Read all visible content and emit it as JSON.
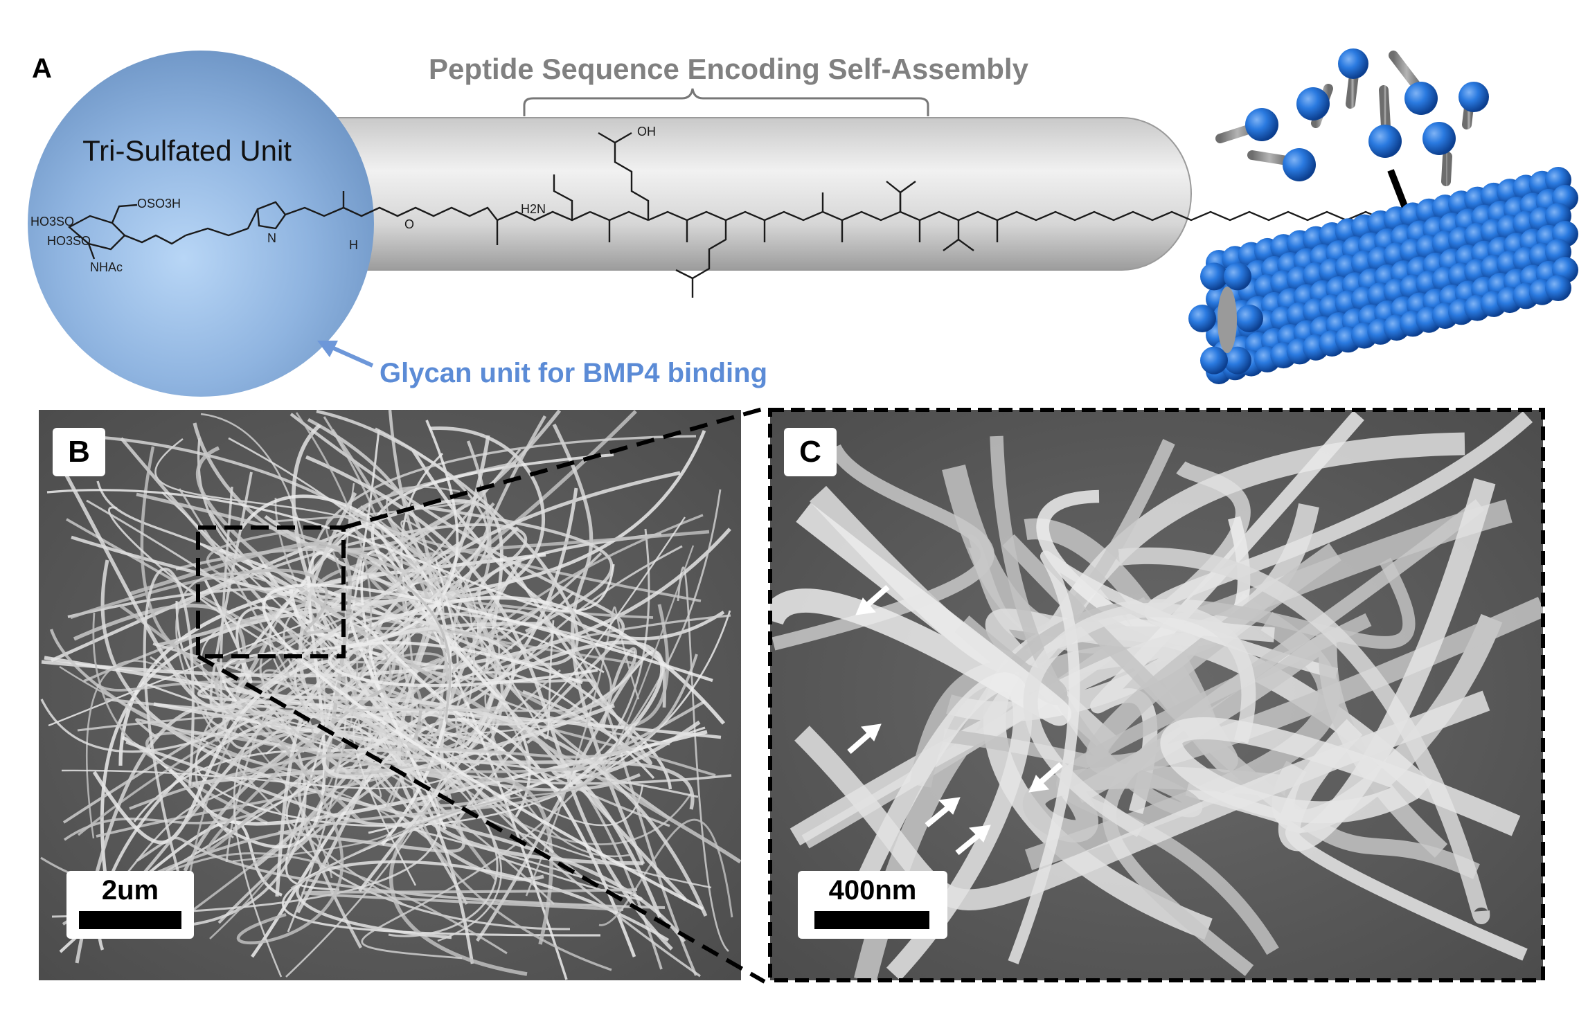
{
  "panels": {
    "a": {
      "letter": "A"
    },
    "b": {
      "letter": "B",
      "scale_label": "2um"
    },
    "c": {
      "letter": "C",
      "scale_label": "400nm"
    }
  },
  "labels": {
    "peptide": "Peptide Sequence Encoding Self-Assembly",
    "trisulfated": "Tri-Sulfated Unit",
    "glycan": "Glycan unit for BMP4 binding"
  },
  "chem_labels": {
    "oso3h": "OSO3H",
    "ho3so": "HO3SO",
    "ho3so2": "HO3SO",
    "nhac": "NHAc",
    "n": "N",
    "h": "H",
    "o": "O",
    "h2n": "H2N",
    "oh": "OH"
  },
  "colors": {
    "sphere": "#8fb4e0",
    "glycan_text": "#5b8bd6",
    "peptide_text": "#808080",
    "bead": "#1f6fd6",
    "sem_bg": "#5a5a5a"
  }
}
